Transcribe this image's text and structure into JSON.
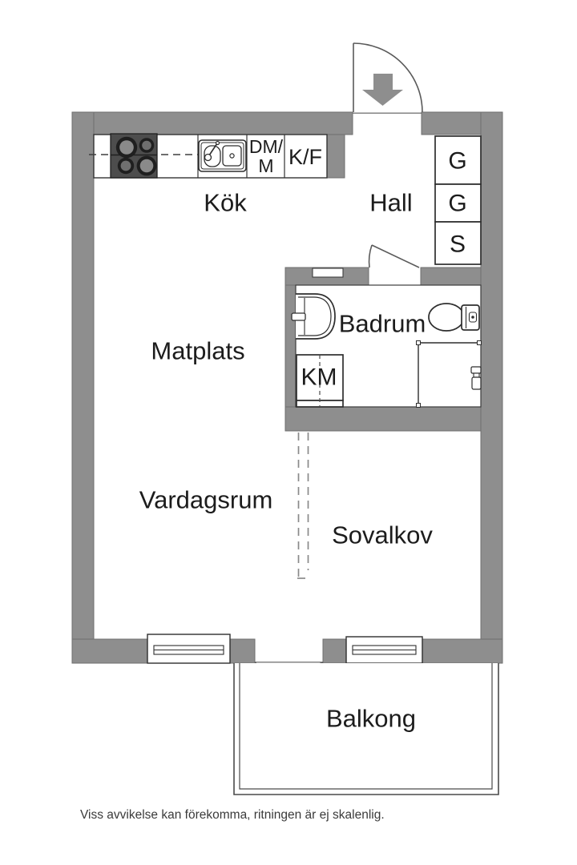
{
  "colors": {
    "wall": "#8e8e8e",
    "stove": "#4d4d4d",
    "text": "#1c1c1c",
    "dash": "#8a8a8a"
  },
  "rooms": {
    "kitchen": "Kök",
    "hall": "Hall",
    "dining": "Matplats",
    "bathroom": "Badrum",
    "living": "Vardagsrum",
    "alcove": "Sovalkov",
    "balcony": "Balkong"
  },
  "fixtures": {
    "washing_machine": "KM",
    "dishwasher_micro_line1": "DM/",
    "dishwasher_micro_line2": "M",
    "fridge_freezer": "K/F"
  },
  "storage": {
    "wardrobe_top": "G",
    "wardrobe_mid": "G",
    "cleaning_closet": "S"
  },
  "footer": {
    "disclaimer": "Viss avvikelse kan förekomma, ritningen är ej skalenlig."
  }
}
